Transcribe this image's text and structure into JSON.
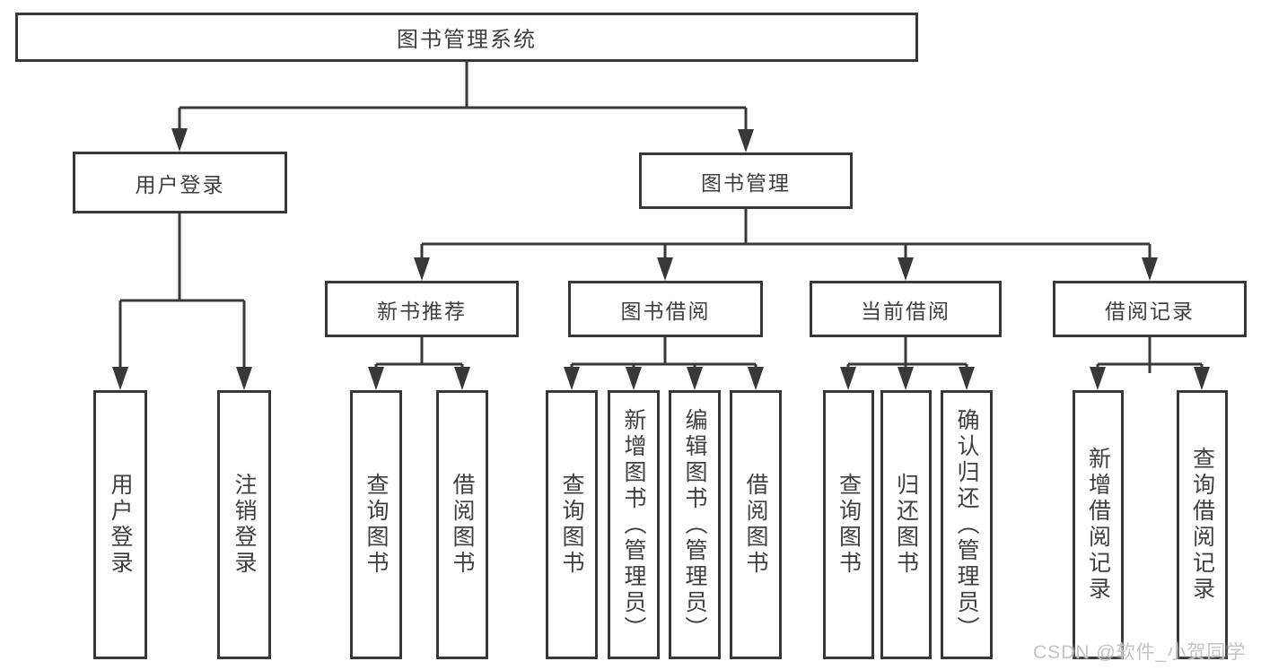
{
  "colors": {
    "background": "#ffffff",
    "line": "#383838",
    "box_border": "#383838",
    "text": "#3f3f3f",
    "watermark": "#c4c4c4"
  },
  "diagram": {
    "root_label": "图书管理系统",
    "branches": [
      {
        "label": "用户登录",
        "children": [
          "用户登录",
          "注销登录"
        ]
      },
      {
        "label": "图书管理",
        "children": [
          {
            "label": "新书推荐",
            "children": [
              "查询图书",
              "借阅图书"
            ]
          },
          {
            "label": "图书借阅",
            "children": [
              "查询图书",
              "新增图书（管理员）",
              "编辑图书（管理员）",
              "借阅图书"
            ]
          },
          {
            "label": "当前借阅",
            "children": [
              "查询图书",
              "归还图书",
              "确认归还（管理员）"
            ]
          },
          {
            "label": "借阅记录",
            "children": [
              "新增借阅记录",
              "查询借阅记录"
            ]
          }
        ]
      }
    ]
  },
  "watermark": {
    "text": "CSDN @软件_小贺同学"
  }
}
